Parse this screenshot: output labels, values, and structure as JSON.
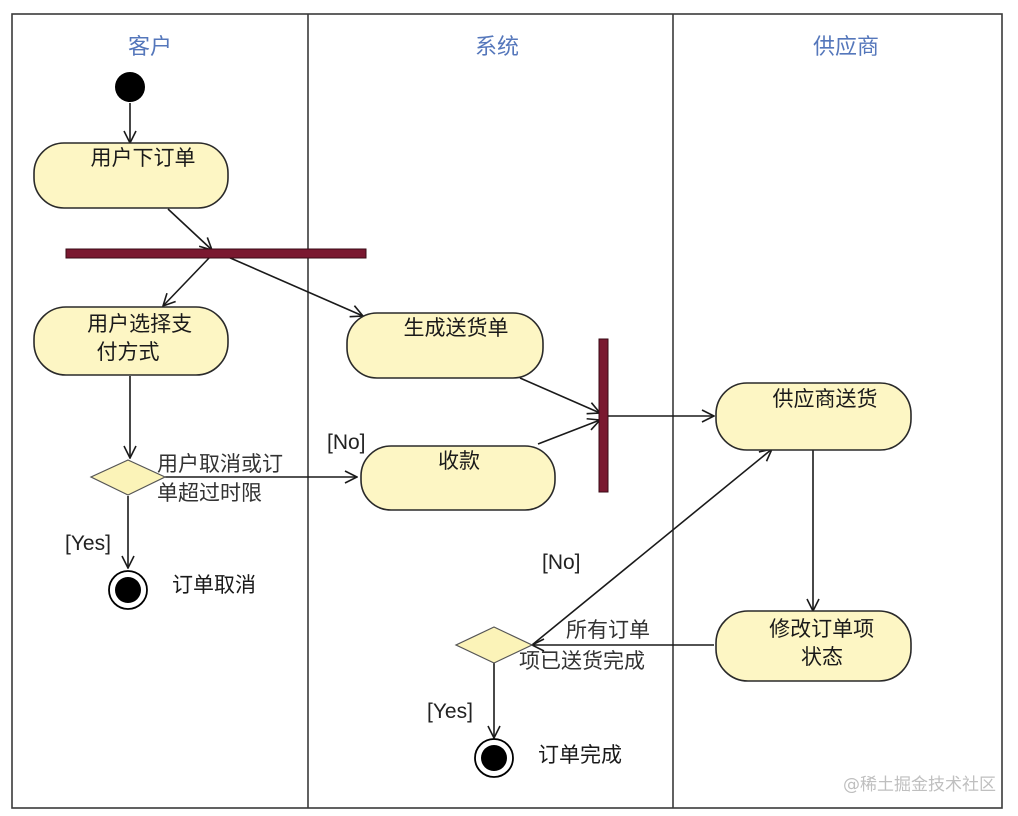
{
  "lanes": {
    "customer": "客户",
    "system": "系统",
    "supplier": "供应商"
  },
  "nodes": {
    "place_order": [
      "用户下订单"
    ],
    "choose_payment": [
      "用户选择支",
      "付方式"
    ],
    "generate_delivery": [
      "生成送货单"
    ],
    "collect_payment": [
      "收款"
    ],
    "supplier_ship": [
      "供应商送货"
    ],
    "update_status": [
      "修改订单项",
      "状态"
    ],
    "order_cancelled": "订单取消",
    "order_completed": "订单完成"
  },
  "edge_labels": {
    "cancel_condition": [
      "用户取消或订",
      "单超过时限"
    ],
    "all_shipped_condition": [
      "所有订单",
      "项已送货完成"
    ]
  },
  "guards": {
    "no_payment": "[No]",
    "yes_cancel": "[Yes]",
    "no_complete": "[No]",
    "yes_complete": "[Yes]"
  },
  "watermark": "@稀土掘金技术社区"
}
